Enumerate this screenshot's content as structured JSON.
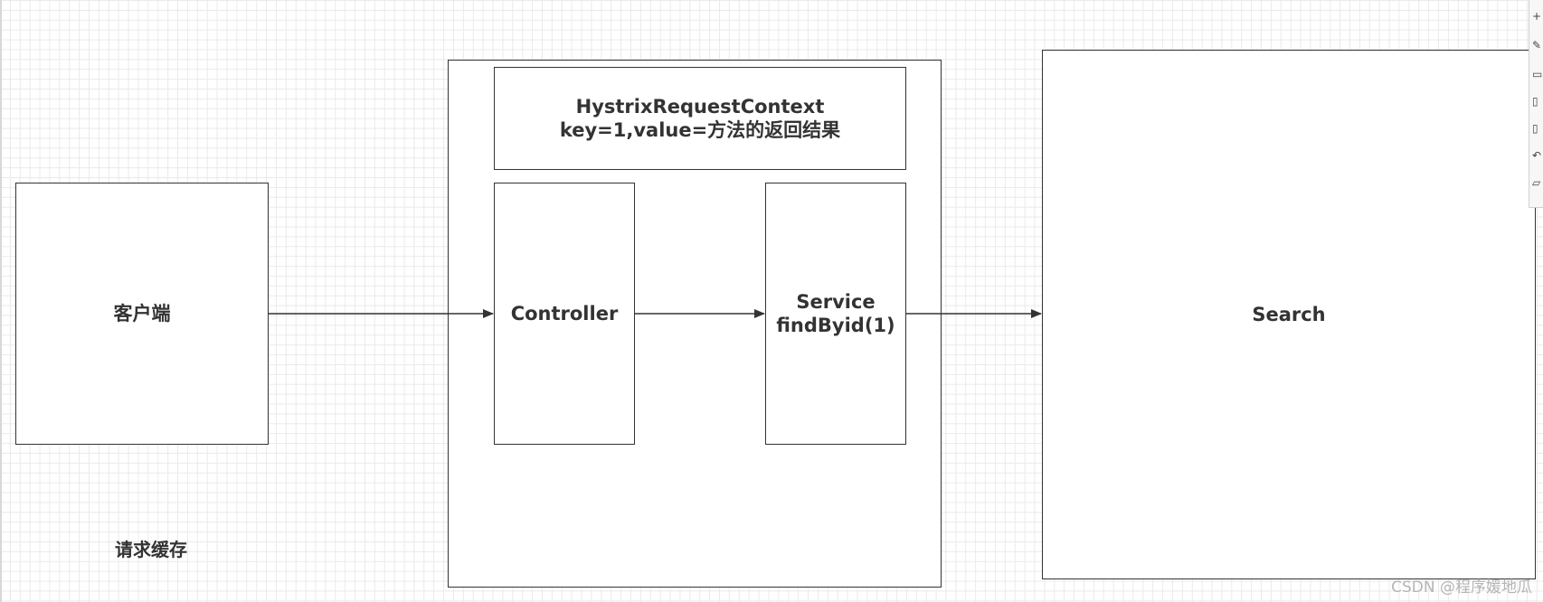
{
  "diagram": {
    "client_label": "客户端",
    "caption": "请求缓存",
    "context_box": {
      "title": "HystrixRequestContext",
      "detail": "key=1,value=方法的返回结果"
    },
    "controller_label": "Controller",
    "service_box": {
      "name": "Service",
      "call": "findByid(1)"
    },
    "search_label": "Search"
  },
  "toolbar": {
    "icons": [
      "plus-icon",
      "edit-icon",
      "clipboard-icon",
      "page-icon",
      "page-icon",
      "undo-icon",
      "comment-icon"
    ]
  },
  "watermark": "CSDN @程序媛地瓜",
  "colors": {
    "stroke": "#333333",
    "grid": "#eaeaea",
    "background": "#ffffff"
  }
}
